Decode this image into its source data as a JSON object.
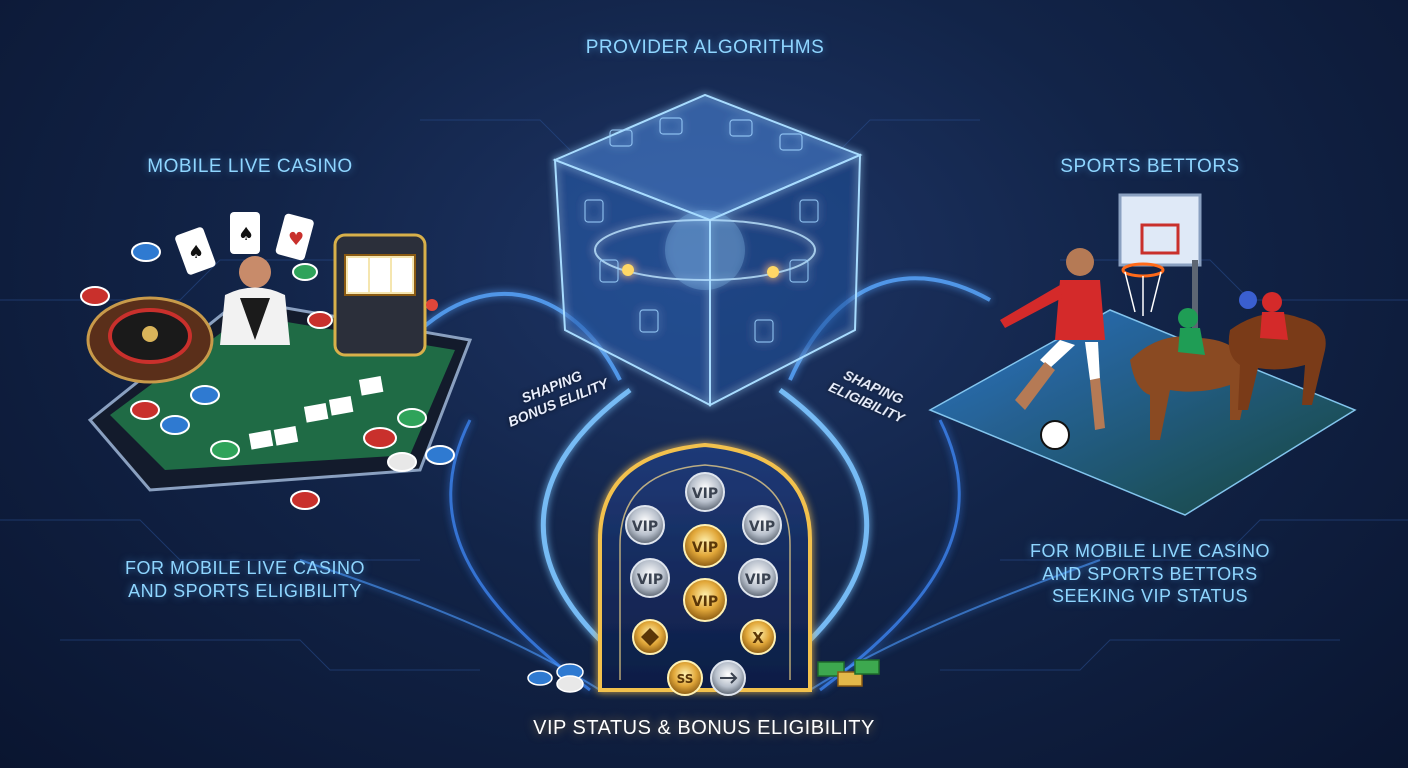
{
  "diagram": {
    "top_label": "PROVIDER ALGORITHMS",
    "left_title": "MOBILE LIVE CASINO",
    "right_title": "SPORTS BETTORS",
    "left_caption_line1": "FOR MOBILE LIVE CASINO",
    "left_caption_line2": "AND SPORTS ELIGIBILITY",
    "right_caption_line1": "FOR MOBILE LIVE CASINO",
    "right_caption_line2": "AND SPORTS BETTORS",
    "right_caption_line3": "SEEKING VIP STATUS",
    "curve_left_line1": "SHAPING",
    "curve_left_line2": "BONUS ELILITY",
    "curve_right_line1": "SHAPING",
    "curve_right_line2": "ELIGIBILITY",
    "bottom_label": "VIP STATUS & BONUS ELIGIBILITY",
    "vip_badge": "VIP",
    "badge_x": "X",
    "badge_ss": "SS"
  },
  "colors": {
    "accent_blue": "#8fd6ff",
    "flow_blue": "#5aa8ff",
    "gold": "#f2c14e",
    "felt_green": "#1f6b45"
  }
}
